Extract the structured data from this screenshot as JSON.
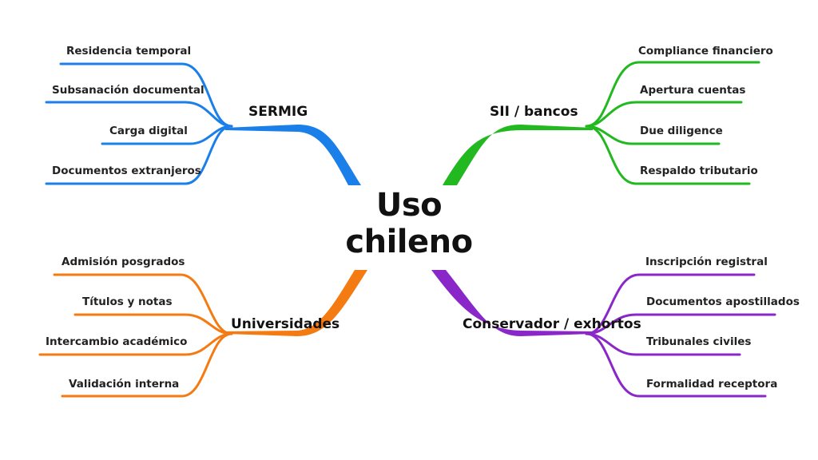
{
  "center_title": [
    "Uso",
    "chileno"
  ],
  "branches": {
    "top_left": {
      "label": "SERMIG",
      "color": "#1a7fe8",
      "leaves": [
        "Residencia temporal",
        "Subsanación documental",
        "Carga digital",
        "Documentos extranjeros"
      ]
    },
    "top_right": {
      "label": "SII / bancos",
      "color": "#22b81f",
      "leaves": [
        "Compliance financiero",
        "Apertura cuentas",
        "Due diligence",
        "Respaldo tributario"
      ]
    },
    "bottom_left": {
      "label": "Universidades",
      "color": "#f47a12",
      "leaves": [
        "Admisión posgrados",
        "Títulos y notas",
        "Intercambio académico",
        "Validación interna"
      ]
    },
    "bottom_right": {
      "label": "Conservador / exhortos",
      "color": "#8a27c9",
      "leaves": [
        "Inscripción registral",
        "Documentos apostillados",
        "Tribunales civiles",
        "Formalidad receptora"
      ]
    }
  }
}
